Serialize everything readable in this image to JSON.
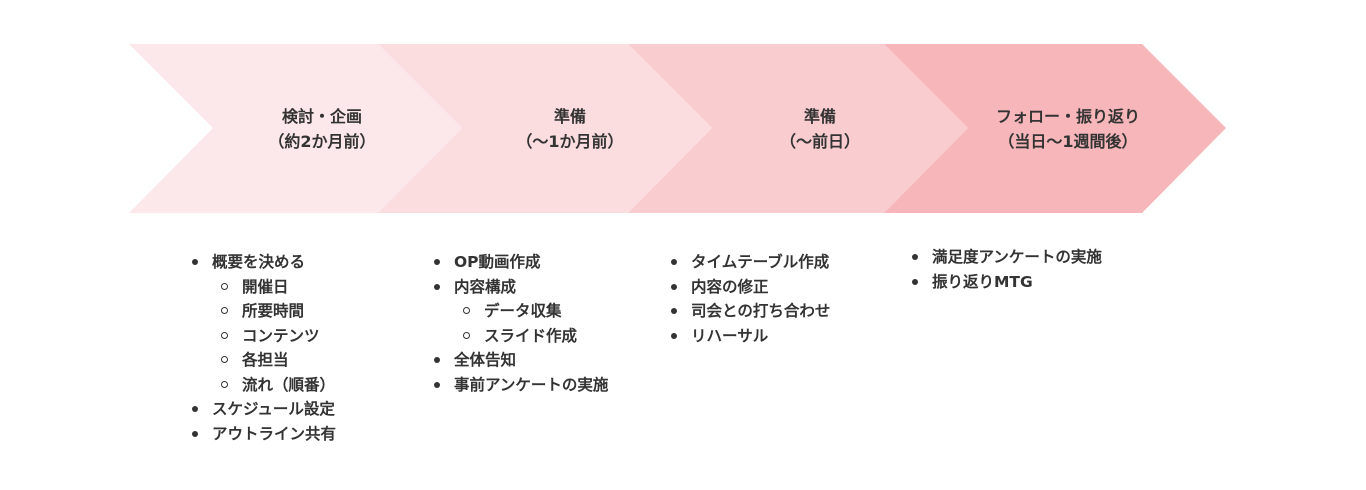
{
  "stages": [
    {
      "title": "検討・企画",
      "period": "（約2か月前）",
      "color": "#fce8ea",
      "tasks": [
        {
          "text": "概要を決める",
          "children": [
            "開催日",
            "所要時間",
            "コンテンツ",
            "各担当",
            "流れ（順番）"
          ]
        },
        {
          "text": "スケジュール設定",
          "children": []
        },
        {
          "text": "アウトライン共有",
          "children": []
        }
      ]
    },
    {
      "title": "準備",
      "period": "（〜1か月前）",
      "color": "#fbdde0",
      "tasks": [
        {
          "text": "OP動画作成",
          "children": []
        },
        {
          "text": "内容構成",
          "children": [
            "データ収集",
            "スライド作成"
          ]
        },
        {
          "text": "全体告知",
          "children": []
        },
        {
          "text": "事前アンケートの実施",
          "children": []
        }
      ]
    },
    {
      "title": "準備",
      "period": "（〜前日）",
      "color": "#f9cdd0",
      "tasks": [
        {
          "text": "タイムテーブル作成",
          "children": []
        },
        {
          "text": "内容の修正",
          "children": []
        },
        {
          "text": "司会との打ち合わせ",
          "children": []
        },
        {
          "text": "リハーサル",
          "children": []
        }
      ]
    },
    {
      "title": "フォロー・振り返り",
      "period": "（当日〜1週間後）",
      "color": "#f6b6ba",
      "tasks": [
        {
          "text": "満足度アンケートの実施",
          "children": []
        },
        {
          "text": "振り返りMTG",
          "children": []
        }
      ]
    }
  ]
}
